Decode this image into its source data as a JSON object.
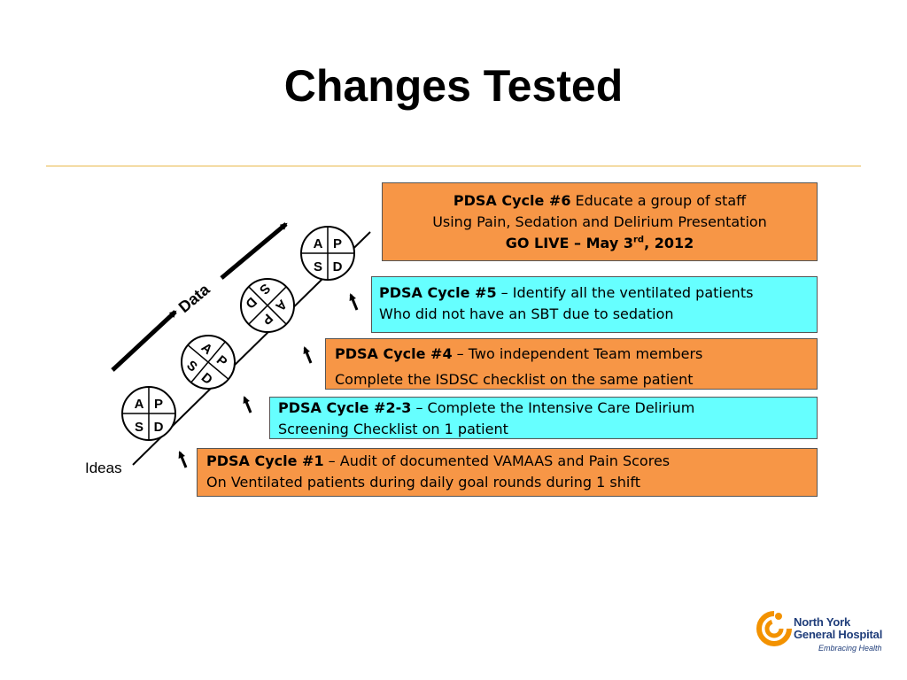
{
  "slide": {
    "title": "Changes Tested"
  },
  "diagram": {
    "label_data": "Data",
    "label_ideas": "Ideas",
    "cycle_letters": {
      "a": "A",
      "p": "P",
      "s": "S",
      "d": "D"
    }
  },
  "cycles": {
    "c6": {
      "name": "PDSA Cycle #6",
      "line1_rest": " Educate a group of staff",
      "line2": "Using Pain, Sedation and Delirium Presentation",
      "golive_prefix": "GO LIVE – May 3",
      "golive_sup": "rd",
      "golive_suffix": ", 2012"
    },
    "c5": {
      "name": "PDSA Cycle #5",
      "line1_rest": " – Identify all the ventilated patients",
      "line2": "Who did not have an SBT due to sedation"
    },
    "c4": {
      "name": "PDSA Cycle #4",
      "line1_rest": " – Two independent Team members",
      "line2": "Complete the ISDSC checklist on the same patient"
    },
    "c23": {
      "name": "PDSA Cycle #2-3",
      "line1_rest": " – Complete the Intensive Care Delirium",
      "line2": "Screening Checklist on 1 patient"
    },
    "c1": {
      "name": "PDSA Cycle #1",
      "line1_rest": " – Audit of documented VAMAAS and Pain Scores",
      "line2": "On Ventilated patients during daily goal rounds during 1 shift"
    }
  },
  "logo": {
    "name_line1": "North York",
    "name_line2": "General Hospital",
    "tagline": "Embracing Health"
  },
  "colors": {
    "orange": "#f79646",
    "cyan": "#66ffff",
    "rule": "#e8b84a",
    "logo_orange": "#f39200",
    "logo_blue": "#1f3d7a"
  }
}
